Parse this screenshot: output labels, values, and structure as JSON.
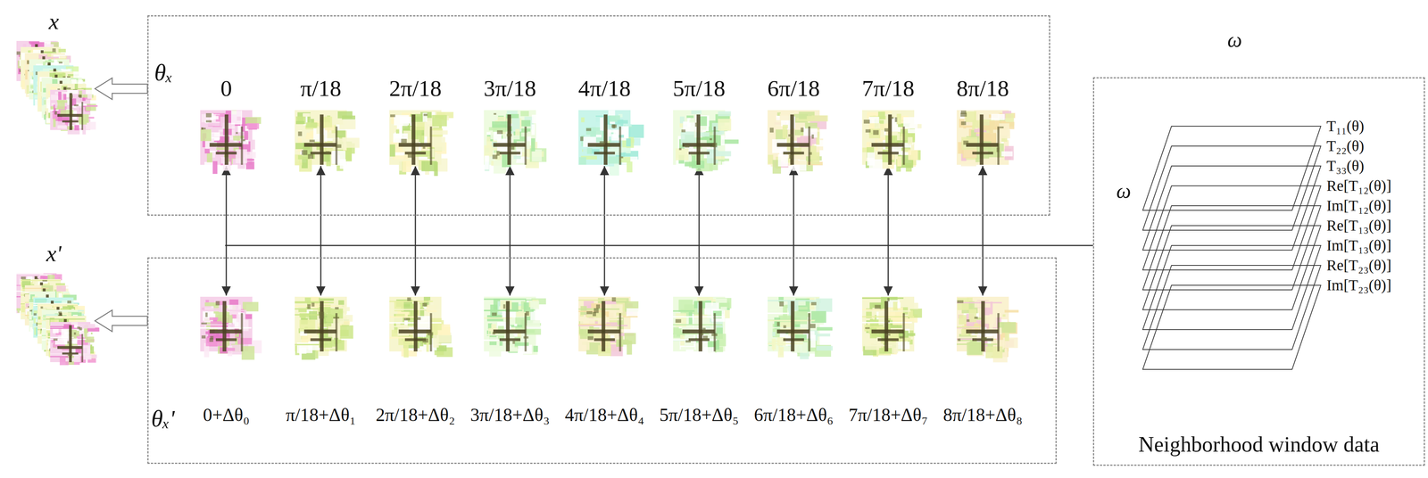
{
  "diagram": {
    "nodes": [
      {
        "text": [
          "x"
        ]
      },
      {
        "text": [
          "θₓ"
        ]
      },
      {
        "text": [
          "0"
        ],
        "in": 1
      },
      {
        "text": [
          "π/18"
        ],
        "in": 1
      },
      {
        "text": [
          "2π/18"
        ],
        "in": 1
      },
      {
        "text": [
          "3π/18"
        ],
        "in": 1
      },
      {
        "text": [
          "4π/18"
        ],
        "in": 1
      },
      {
        "text": [
          "5π/18"
        ],
        "in": 1
      },
      {
        "text": [
          "6π/18"
        ],
        "in": 1
      },
      {
        "text": [
          "7π/18"
        ],
        "in": 1
      },
      {
        "text": [
          "8π/18"
        ],
        "in": 1
      },
      {
        "text": [
          "x'"
        ]
      },
      {
        "text": [
          "θₓ'"
        ]
      },
      {
        "text": [
          "0+Δθ₀"
        ],
        "in": 12
      },
      {
        "text": [
          "π/18+Δθ₁"
        ],
        "in": 12
      },
      {
        "text": [
          "2π/18+Δθ₂"
        ],
        "in": 12
      },
      {
        "text": [
          "3π/18+Δθ₃"
        ],
        "in": 12
      },
      {
        "text": [
          "4π/18+Δθ₄"
        ],
        "in": 12
      },
      {
        "text": [
          "5π/18+Δθ₅"
        ],
        "in": 12
      },
      {
        "text": [
          "6π/18+Δθ₆"
        ],
        "in": 12
      },
      {
        "text": [
          "7π/18+Δθ₇"
        ],
        "in": 12
      },
      {
        "text": [
          "8π/18+Δθ₈"
        ],
        "in": 12
      },
      {
        "text": [
          "Neighborhood window data"
        ]
      }
    ],
    "edges": [
      {
        "from": 1,
        "to": 0,
        "arrow": "to"
      },
      {
        "from": 12,
        "to": 11,
        "arrow": "to"
      },
      {
        "from": 2,
        "to": 13,
        "arrow": "both"
      },
      {
        "from": 3,
        "to": 14,
        "arrow": "both"
      },
      {
        "from": 4,
        "to": 15,
        "arrow": "both"
      },
      {
        "from": 5,
        "to": 16,
        "arrow": "both"
      },
      {
        "from": 6,
        "to": 17,
        "arrow": "both"
      },
      {
        "from": 7,
        "to": 18,
        "arrow": "both"
      },
      {
        "from": 8,
        "to": 19,
        "arrow": "both"
      },
      {
        "from": 9,
        "to": 20,
        "arrow": "both"
      },
      {
        "from": 10,
        "to": 21,
        "arrow": "both"
      }
    ],
    "labels": [
      "ω",
      "ω",
      "T₁₁(θ)",
      "T₂₂(θ)",
      "T₃₃(θ)",
      "Re[T₁₂(θ)]",
      "Im[T₁₂(θ)]",
      "Re[T₁₃(θ)]",
      "Im[T₁₃(θ)]",
      "Re[T₂₃(θ)]",
      "Im[T₂₃(θ)]"
    ]
  }
}
